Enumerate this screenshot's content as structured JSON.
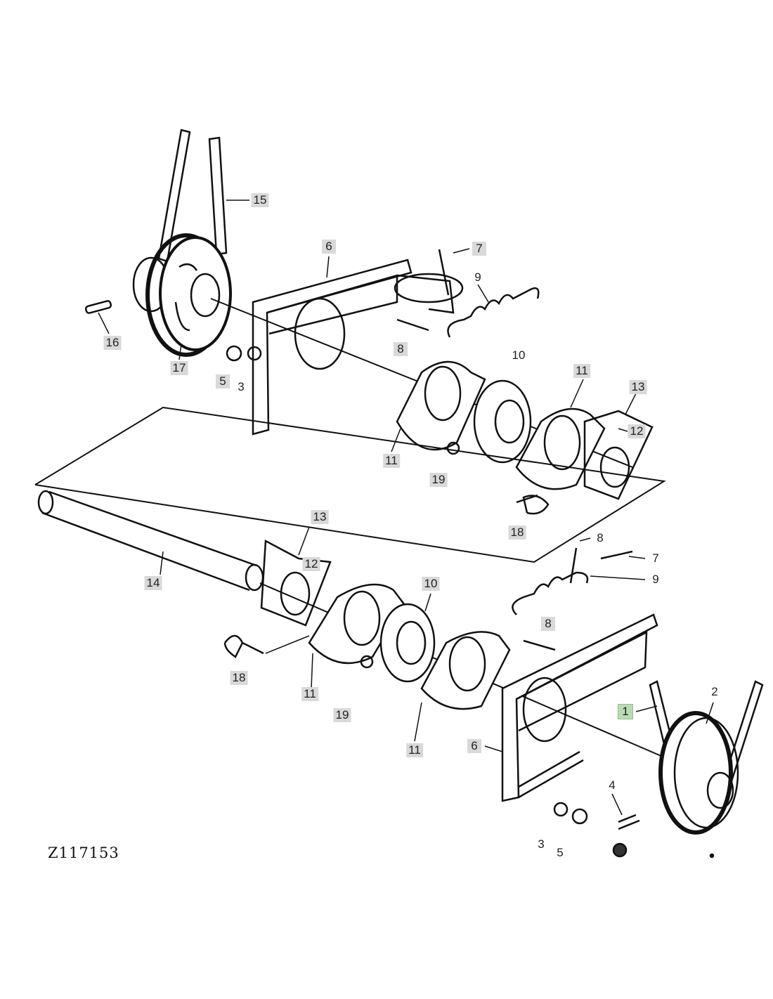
{
  "figure_id": "Z117153",
  "highlight_color": "#b8dcb0",
  "callouts": [
    "15",
    "6",
    "7",
    "9",
    "16",
    "17",
    "5",
    "3",
    "8",
    "10",
    "11",
    "13",
    "12",
    "11",
    "19",
    "18",
    "8",
    "7",
    "9",
    "13",
    "12",
    "14",
    "10",
    "8",
    "18",
    "11",
    "19",
    "11",
    "6",
    "1",
    "2",
    "4",
    "3",
    "5"
  ]
}
